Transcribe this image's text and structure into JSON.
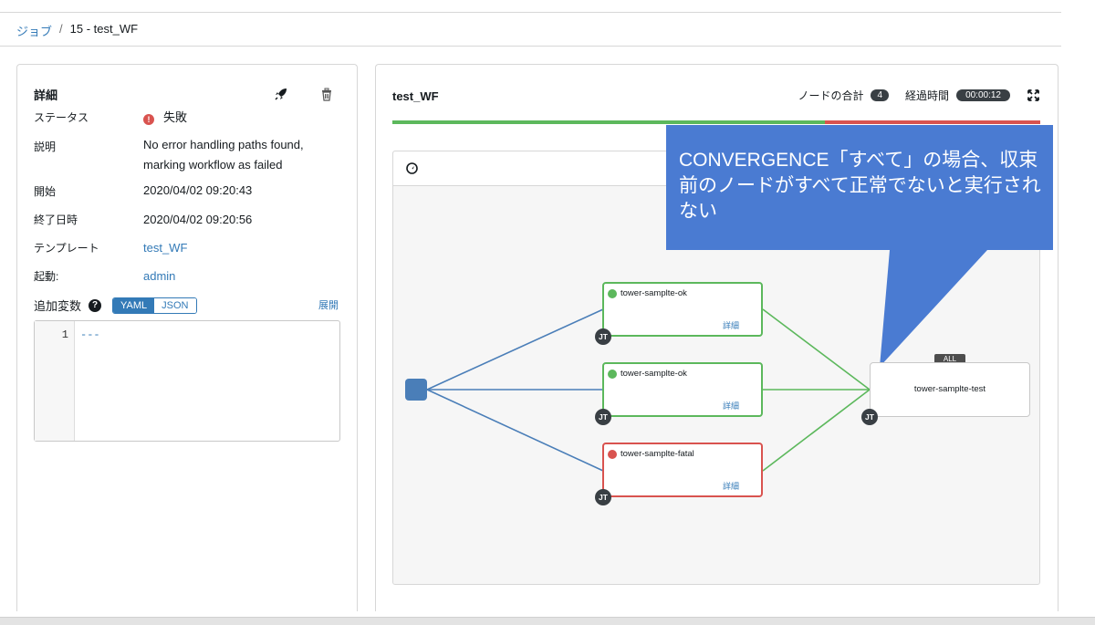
{
  "breadcrumb": {
    "parent": "ジョブ",
    "separator": "/",
    "current": "15 - test_WF"
  },
  "details": {
    "title": "詳細",
    "rows": [
      {
        "label": "ステータス",
        "value": "失敗"
      },
      {
        "label": "説明",
        "value": "No error handling paths found, marking workflow as failed"
      },
      {
        "label": "開始",
        "value": "2020/04/02 09:20:43"
      },
      {
        "label": "終了日時",
        "value": "2020/04/02 09:20:56"
      },
      {
        "label": "テンプレート",
        "value": "test_WF"
      },
      {
        "label": "起動:",
        "value": "admin"
      }
    ],
    "extra_vars_label": "追加変数",
    "format_yaml": "YAML",
    "format_json": "JSON",
    "expand_label": "展開",
    "code_line_number": "1",
    "code_text": "---"
  },
  "workflow": {
    "title": "test_WF",
    "node_total_label": "ノードの合計",
    "node_total": "4",
    "elapsed_label": "経過時間",
    "elapsed": "00:00:12",
    "progress_ok_fraction": 0.667,
    "nodes": [
      {
        "name": "tower-samplte-ok",
        "status": "successful",
        "detail": "詳細",
        "type": "JT"
      },
      {
        "name": "tower-samplte-ok",
        "status": "successful",
        "detail": "詳細",
        "type": "JT"
      },
      {
        "name": "tower-samplte-fatal",
        "status": "failed",
        "detail": "詳細",
        "type": "JT"
      },
      {
        "name": "tower-samplte-test",
        "status": "pending",
        "convergence": "ALL",
        "type": "JT"
      }
    ]
  },
  "callout": {
    "text": "CONVERGENCE「すべて」の場合、収束前のノードがすべて正常でないと実行されない"
  },
  "colors": {
    "link": "#337ab7",
    "success": "#5cb85c",
    "failed": "#d9534f",
    "callout": "#4a7bd2",
    "edge_start": "#4a7eb8"
  }
}
